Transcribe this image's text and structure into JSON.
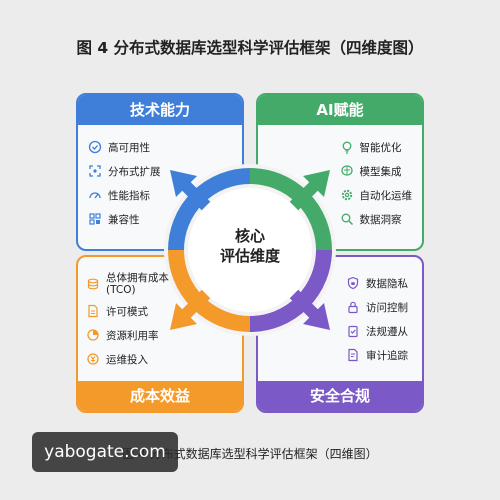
{
  "title": "图 4 分布式数据库选型科学评估框架（四维度图）",
  "center": {
    "line1": "核心",
    "line2": "评估维度"
  },
  "quadrants": {
    "tech": {
      "title": "技术能力",
      "color": "#3f7fd9",
      "items": [
        {
          "label": "高可用性",
          "icon": "shield-check-icon"
        },
        {
          "label": "分布式扩展",
          "icon": "expand-icon"
        },
        {
          "label": "性能指标",
          "icon": "gauge-icon"
        },
        {
          "label": "兼容性",
          "icon": "puzzle-icon"
        }
      ]
    },
    "ai": {
      "title": "AI赋能",
      "color": "#44aa6a",
      "items": [
        {
          "label": "智能优化",
          "icon": "lightbulb-icon"
        },
        {
          "label": "模型集成",
          "icon": "brain-icon"
        },
        {
          "label": "自动化运维",
          "icon": "gear-icon"
        },
        {
          "label": "数据洞察",
          "icon": "magnifier-icon"
        }
      ]
    },
    "cost": {
      "title": "成本效益",
      "color": "#f39a2b",
      "items": [
        {
          "label": "总体拥有成本\n(TCO)",
          "icon": "coins-icon"
        },
        {
          "label": "许可模式",
          "icon": "document-icon"
        },
        {
          "label": "资源利用率",
          "icon": "pie-chart-icon"
        },
        {
          "label": "运维投入",
          "icon": "money-icon"
        }
      ]
    },
    "security": {
      "title": "安全合规",
      "color": "#7b59c6",
      "items": [
        {
          "label": "数据隐私",
          "icon": "shield-lock-icon"
        },
        {
          "label": "访问控制",
          "icon": "lock-icon"
        },
        {
          "label": "法规遵从",
          "icon": "clipboard-check-icon"
        },
        {
          "label": "审计追踪",
          "icon": "audit-doc-icon"
        }
      ]
    }
  },
  "caption": "图 4 分布式数据库选型科学评估框架（四维图）",
  "watermark": "yabogate.com"
}
